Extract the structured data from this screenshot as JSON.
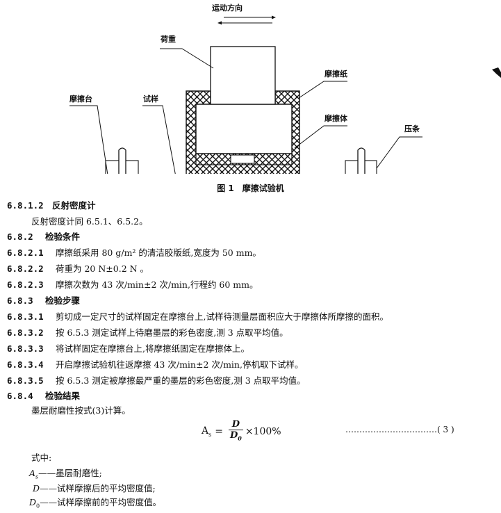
{
  "figure": {
    "motion_label": "运动方向",
    "labels": {
      "load": "荷重",
      "friction_paper": "摩擦纸",
      "friction_table": "摩擦台",
      "sample": "试样",
      "friction_body": "摩擦体",
      "press_strip": "压条"
    },
    "caption_number": "图 1",
    "caption_title": "摩擦试验机"
  },
  "sections": [
    {
      "number": "6.8.1.2",
      "title": "反射密度计"
    },
    {
      "text": "反射密度计同 6.5.1、6.5.2。"
    },
    {
      "number": "6.8.2",
      "title": "检验条件"
    },
    {
      "number": "6.8.2.1",
      "text": "摩擦纸采用 80 g/m² 的清洁胶版纸,宽度为 50 mm。"
    },
    {
      "number": "6.8.2.2",
      "text": "荷重为 20 N±0.2 N 。"
    },
    {
      "number": "6.8.2.3",
      "text": "摩擦次数为 43 次/min±2 次/min,行程约 60 mm。"
    },
    {
      "number": "6.8.3",
      "title": "检验步骤"
    },
    {
      "number": "6.8.3.1",
      "text": "剪切成一定尺寸的试样固定在摩擦台上,试样待测量层面积应大于摩擦体所摩擦的面积。"
    },
    {
      "number": "6.8.3.2",
      "text": "按 6.5.3 测定试样上待磨墨层的彩色密度,测 3 点取平均值。"
    },
    {
      "number": "6.8.3.3",
      "text": "将试样固定在摩擦台上,将摩擦纸固定在摩擦体上。"
    },
    {
      "number": "6.8.3.4",
      "text": "开启摩擦试验机往返摩擦 43 次/min±2 次/min,停机取下试样。"
    },
    {
      "number": "6.8.3.5",
      "text": "按 6.5.3 测定被摩擦最严重的墨层的彩色密度,测 3 点取平均值。"
    },
    {
      "number": "6.8.4",
      "title": "检验结果"
    },
    {
      "text": "墨层耐磨性按式(3)计算。"
    }
  ],
  "formula": {
    "lhs": "A",
    "lhs_sub": "s",
    "equals": "=",
    "numerator": "D",
    "denominator": "D",
    "denominator_sub": "0",
    "times": "×100%",
    "dots": "……………………………",
    "equation_number": "( 3 )"
  },
  "where": {
    "intro": "式中:",
    "items": [
      {
        "symbol": "A",
        "sub": "s",
        "dash": "——",
        "desc": "墨层耐磨性;"
      },
      {
        "symbol": "D",
        "sub": "",
        "dash": "——",
        "desc": "试样摩擦后的平均密度值;"
      },
      {
        "symbol": "D",
        "sub": "0",
        "dash": "——",
        "desc": "试样摩擦前的平均密度值。"
      }
    ]
  }
}
